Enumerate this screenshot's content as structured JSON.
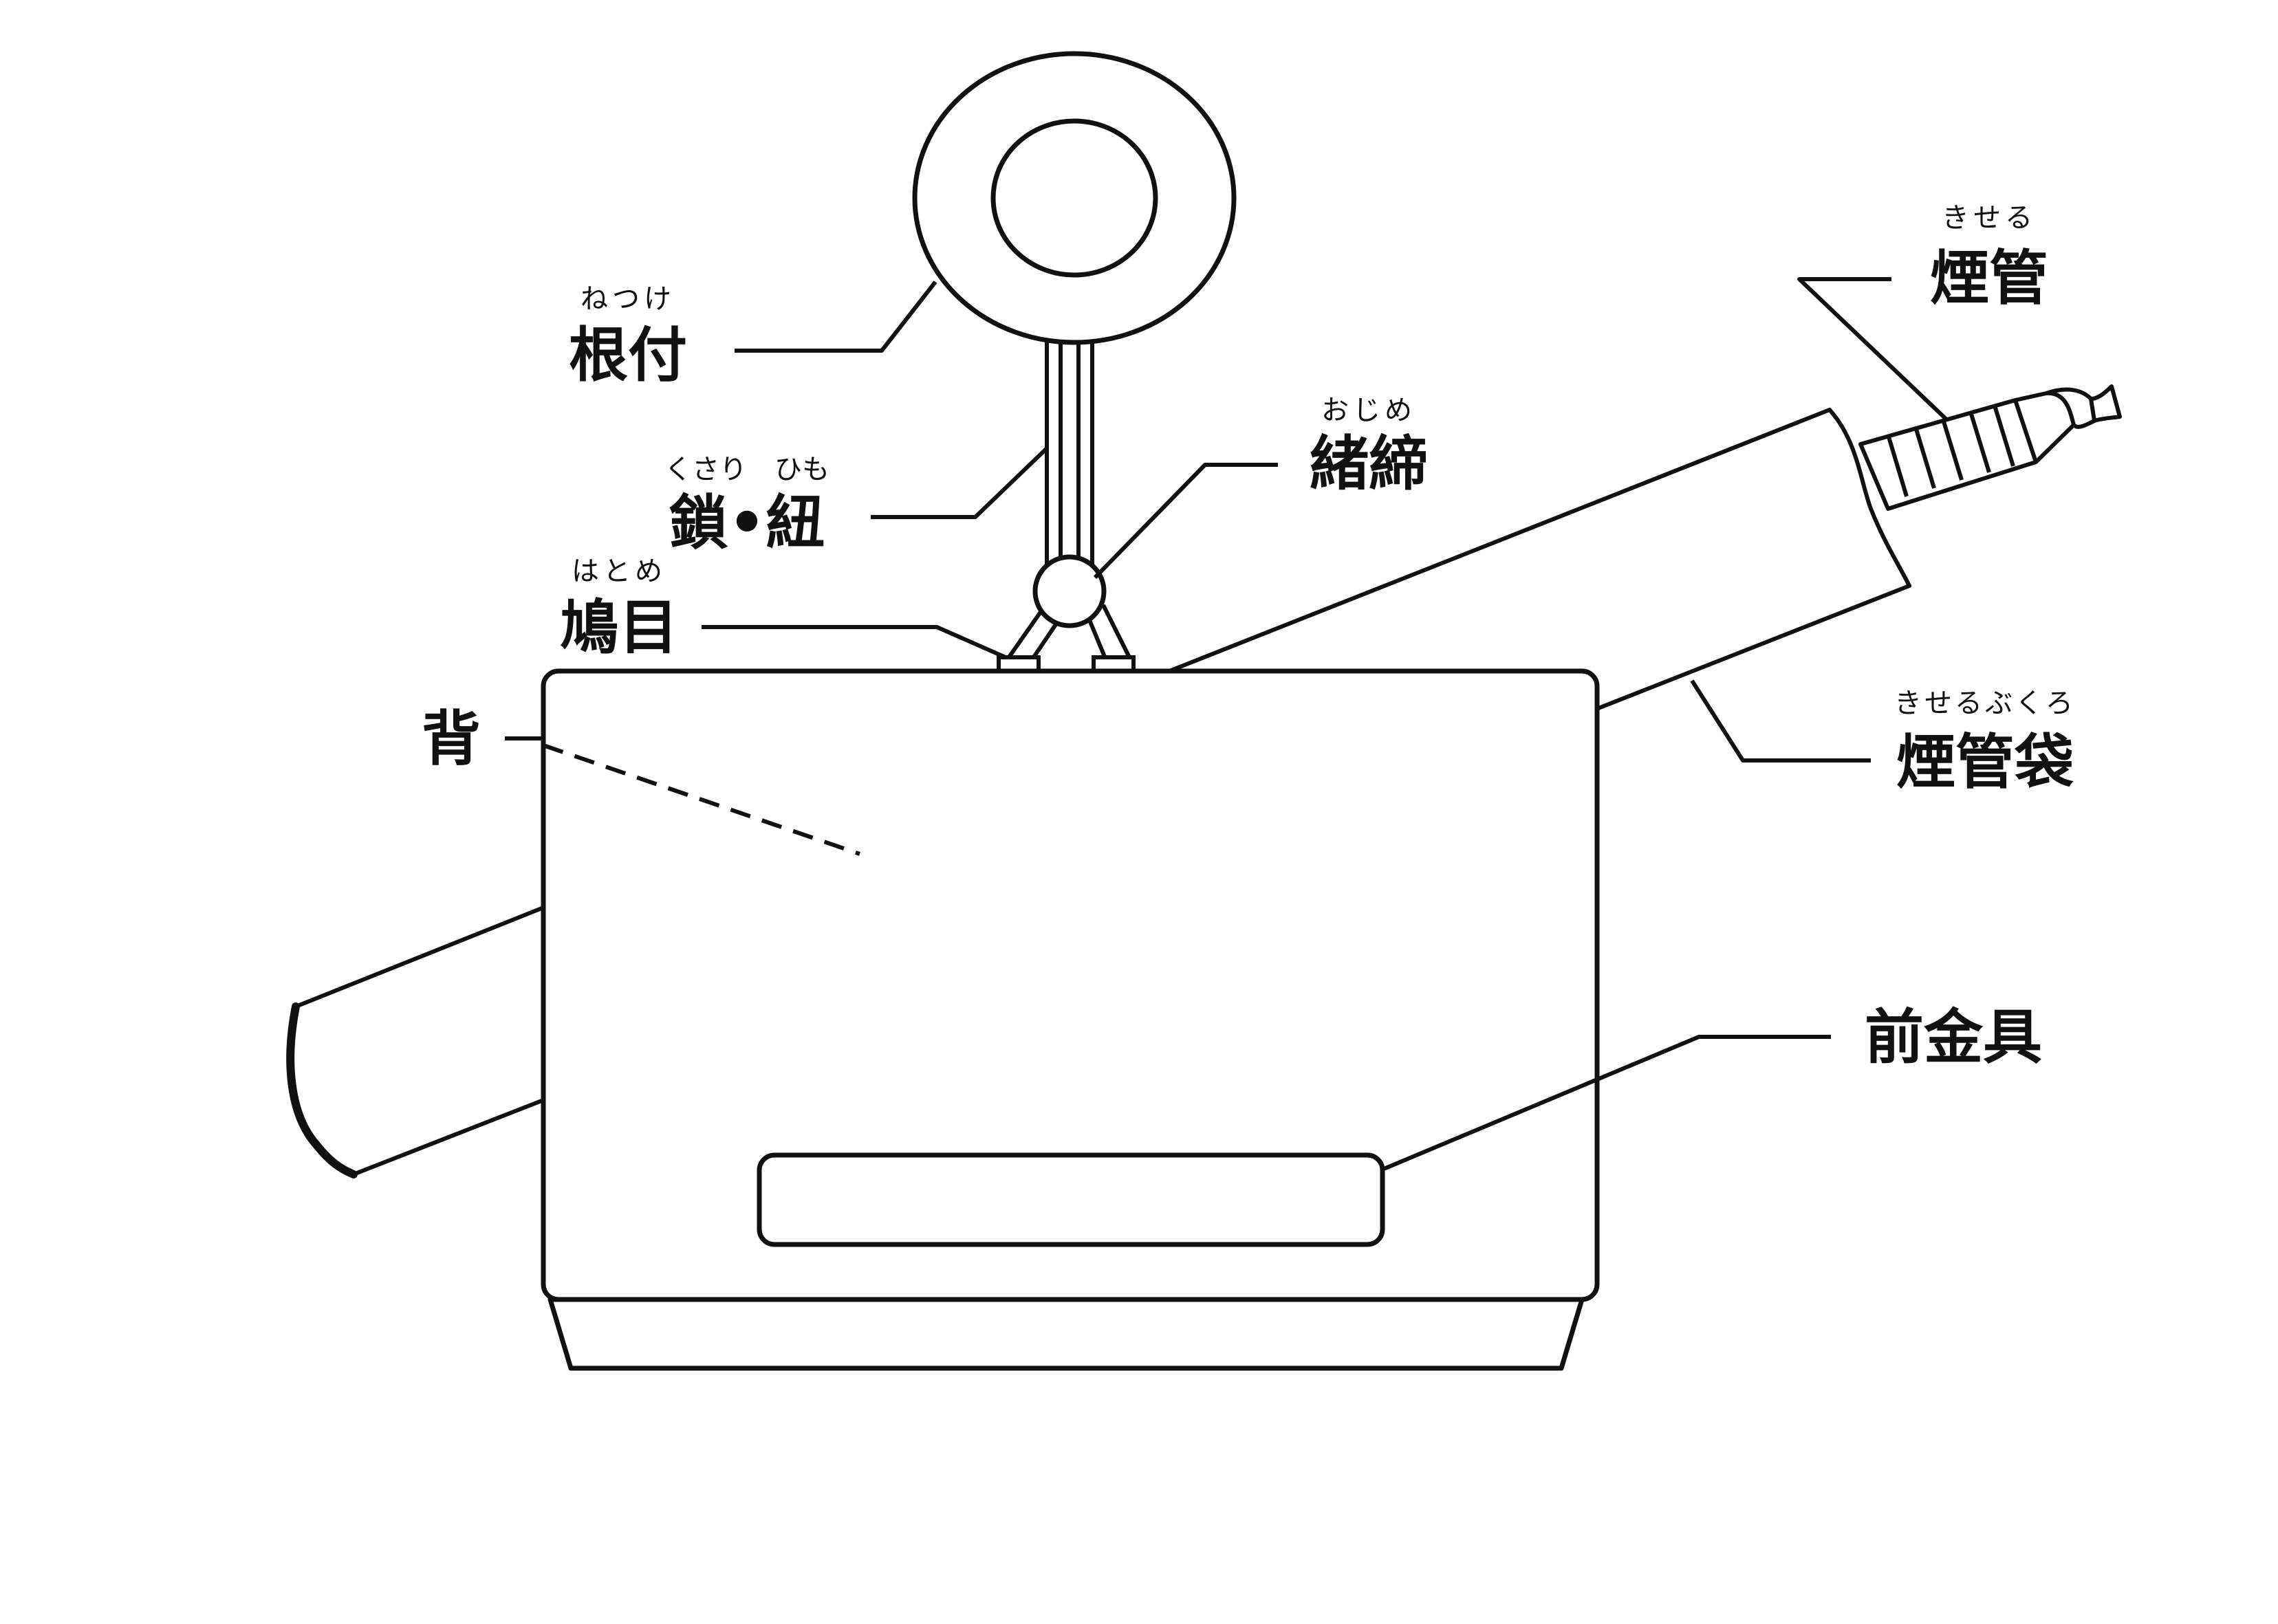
{
  "colors": {
    "stroke": "#111111",
    "background": "#ffffff"
  },
  "labels": {
    "netsuke": {
      "text": "根付",
      "ruby": "ねつけ"
    },
    "kusari": {
      "text": "鎖•紐",
      "ruby": "くさり　ひも"
    },
    "hatome": {
      "text": "鳩目",
      "ruby": "はとめ"
    },
    "se": {
      "text": "背"
    },
    "ojime": {
      "text": "緒締",
      "ruby": "おじめ"
    },
    "kiseru": {
      "text": "煙管",
      "ruby": "きせる"
    },
    "kiseruzutsu": {
      "text": "煙管袋",
      "ruby": "きせるぶくろ"
    },
    "maekanagu": {
      "text": "前金具"
    }
  }
}
